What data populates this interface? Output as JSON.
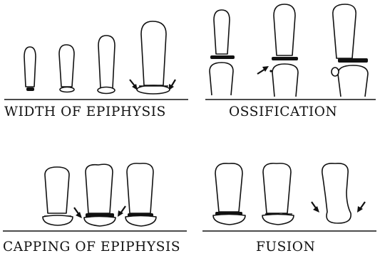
{
  "panels": [
    {
      "id": "width",
      "caption": "WIDTH OF EPIPHYSIS"
    },
    {
      "id": "ossification",
      "caption": "OSSIFICATION"
    },
    {
      "id": "capping",
      "caption": "CAPPING OF EPIPHYSIS"
    },
    {
      "id": "fusion",
      "caption": "FUSION"
    }
  ],
  "colors": {
    "ink": "#111111",
    "paper": "#ffffff"
  }
}
